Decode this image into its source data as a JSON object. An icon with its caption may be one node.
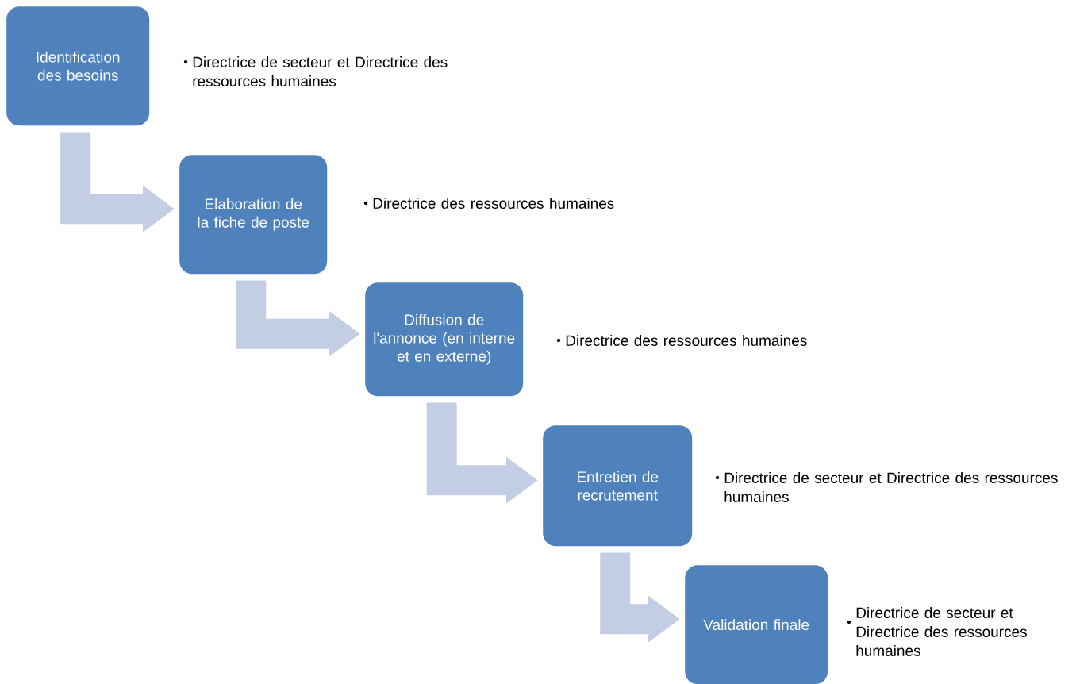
{
  "diagram": {
    "nodes": [
      {
        "text": [
          "Identification des besoins"
        ],
        "beside": [
          "Directrice de secteur et Directrice des ressources humaines"
        ]
      },
      {
        "text": [
          "Elaboration de la fiche de poste"
        ],
        "beside": [
          "Directrice des ressources humaines"
        ]
      },
      {
        "text": [
          "Diffusion de l'annonce (en interne et en externe)"
        ],
        "beside": [
          "Directrice des ressources humaines"
        ]
      },
      {
        "text": [
          "Entretien de recrutement"
        ],
        "beside": [
          "Directrice de secteur et Directrice des ressources humaines"
        ]
      },
      {
        "text": [
          "Validation finale"
        ],
        "beside": [
          "Directrice de secteur et Directrice des ressources humaines"
        ]
      }
    ],
    "edges": [
      {
        "from": 0,
        "to": 1,
        "arrow": "to"
      },
      {
        "from": 1,
        "to": 2,
        "arrow": "to"
      },
      {
        "from": 2,
        "to": 3,
        "arrow": "to"
      },
      {
        "from": 3,
        "to": 4,
        "arrow": "to"
      }
    ]
  }
}
